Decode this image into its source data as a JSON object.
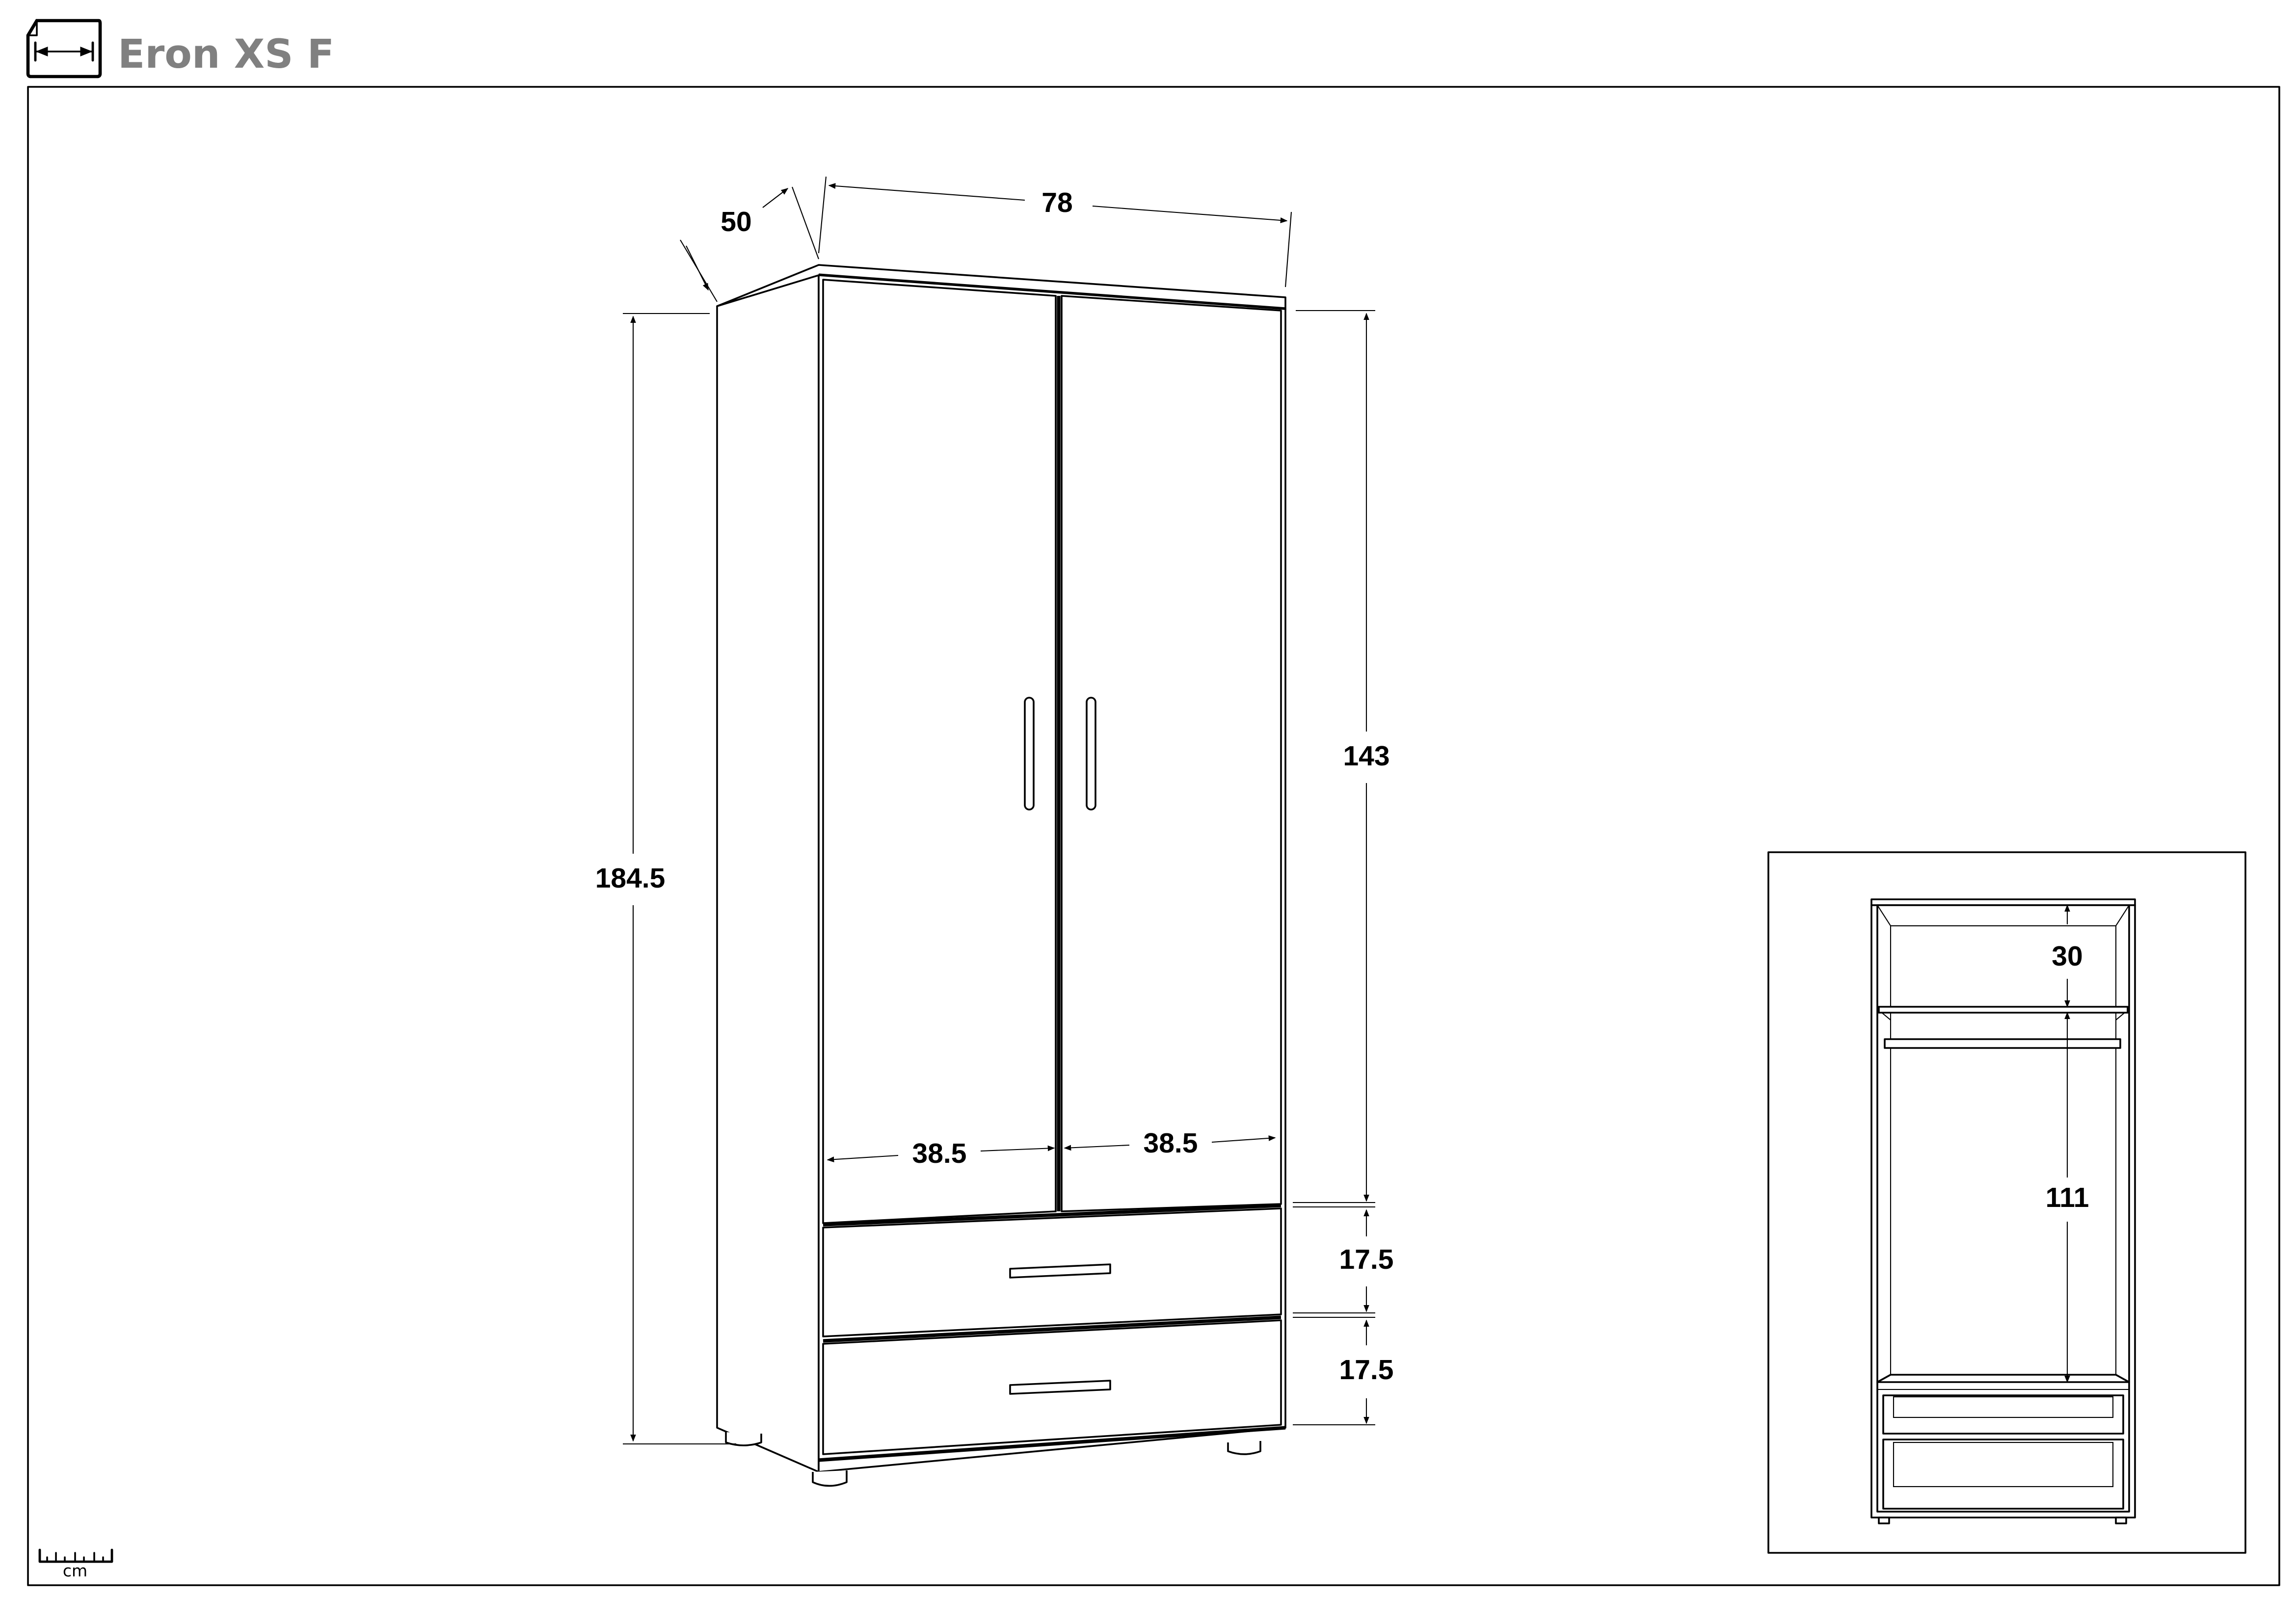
{
  "header": {
    "title": "Eron XS F",
    "icon": "dimension-icon"
  },
  "units": {
    "label": "cm",
    "icon": "ruler-icon"
  },
  "main_view": {
    "dimensions": {
      "depth": "50",
      "width": "78",
      "height_total": "184.5",
      "door_height": "143",
      "door_width_left": "38.5",
      "door_width_right": "38.5",
      "drawer_top_height": "17.5",
      "drawer_bottom_height": "17.5"
    }
  },
  "interior_view": {
    "dimensions": {
      "top_compartment": "30",
      "hanging_space": "111"
    }
  }
}
